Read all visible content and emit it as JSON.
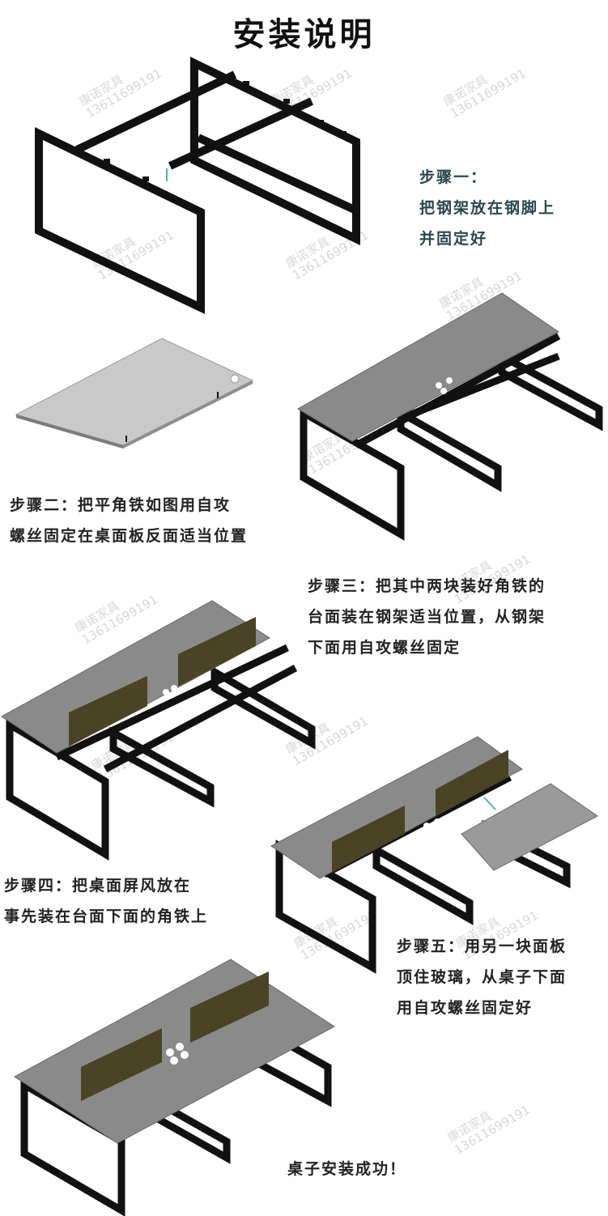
{
  "title": "安装说明",
  "steps": {
    "s1": [
      "步骤一：",
      "把钢架放在钢脚上",
      "并固定好"
    ],
    "s2": [
      "步骤二：把平角铁如图用自攻",
      "螺丝固定在桌面板反面适当位置"
    ],
    "s3": [
      "步骤三：把其中两块装好角铁的",
      "台面装在钢架适当位置，从钢架",
      "下面用自攻螺丝固定"
    ],
    "s4": [
      "步骤四：把桌面屏风放在",
      "事先装在台面下面的角铁上"
    ],
    "s5": [
      "步骤五：用另一块面板",
      "顶住玻璃，从桌子下面",
      "用自攻螺丝固定好"
    ],
    "done": "桌子安装成功！"
  },
  "watermark": {
    "line1": "康诺家具",
    "line2": "13611699191"
  },
  "colors": {
    "frame": "#111111",
    "top_dark": "#8a8a8a",
    "top_light": "#c9c9c9",
    "screen": "#4a4326",
    "blue_text": "#2a4650"
  }
}
